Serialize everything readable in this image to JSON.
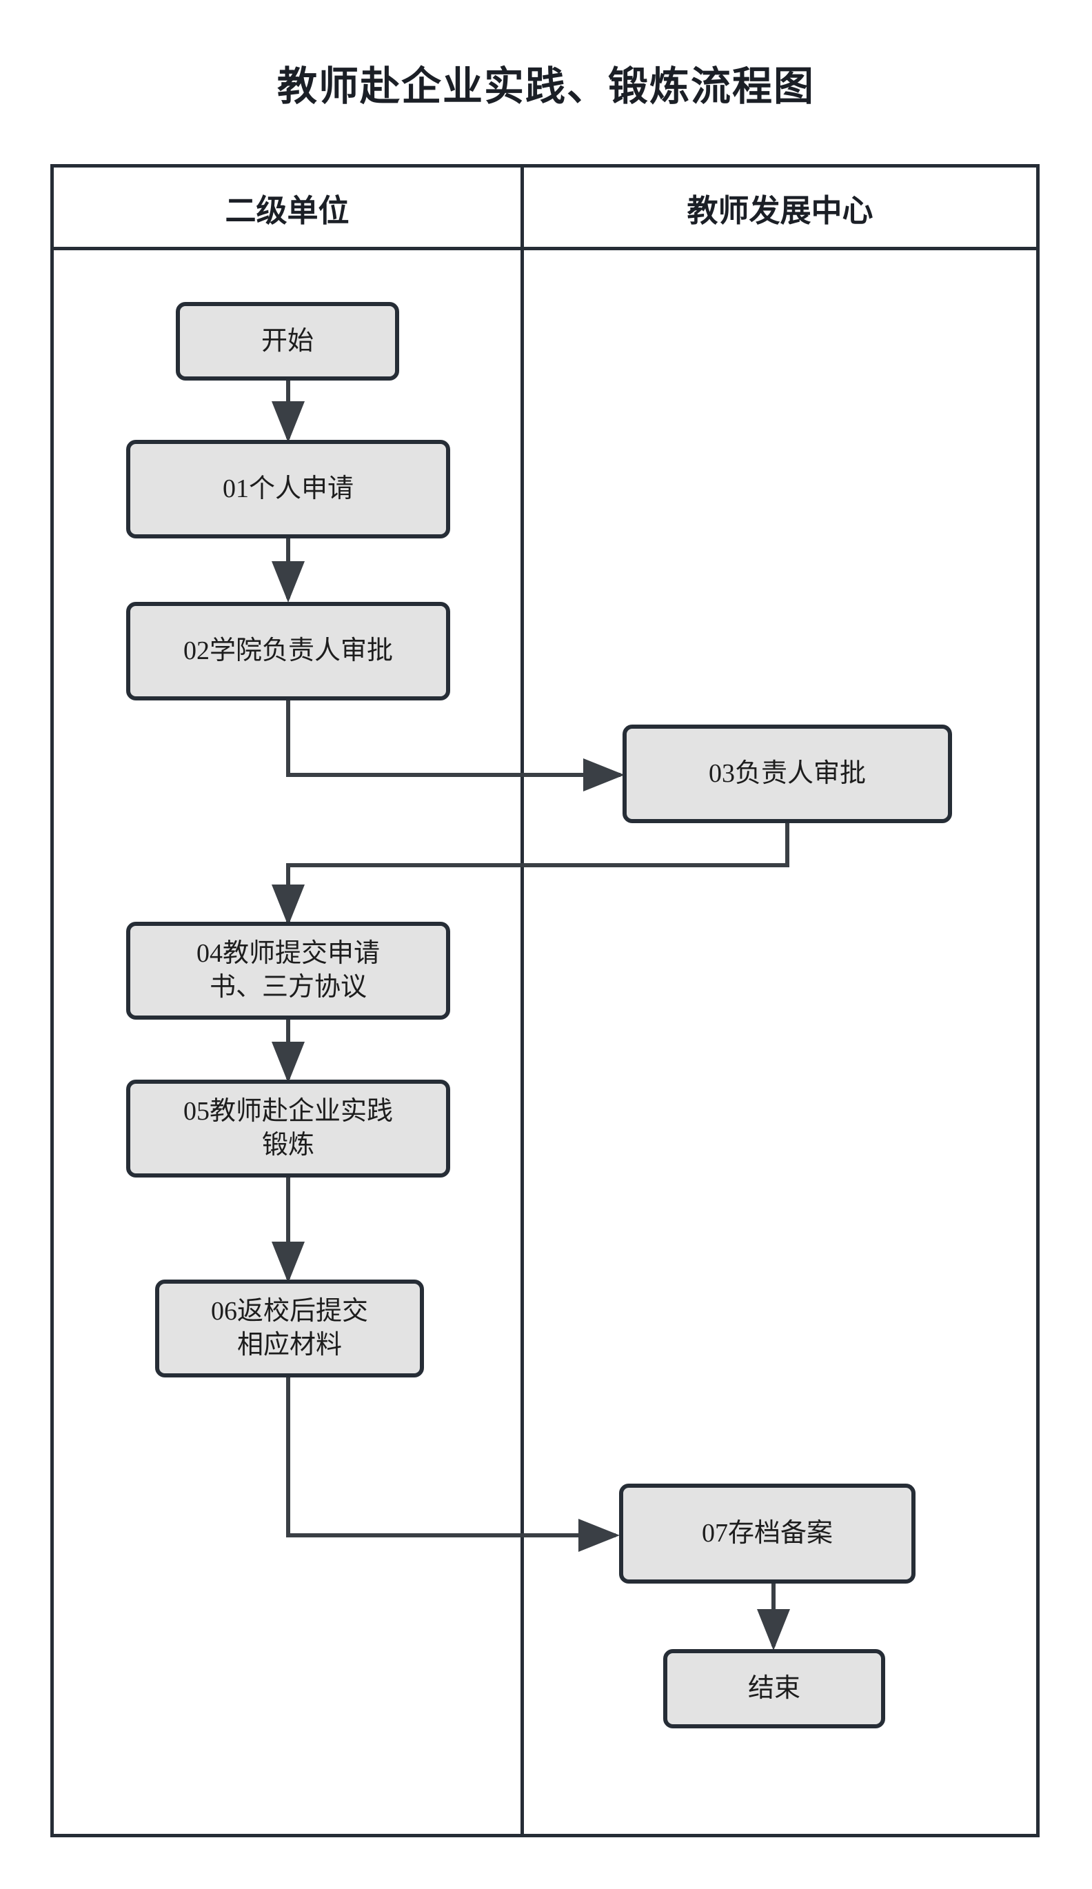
{
  "title": "教师赴企业实践、锻炼流程图",
  "columns": [
    {
      "label": "二级单位"
    },
    {
      "label": "教师发展中心"
    }
  ],
  "nodes": [
    {
      "id": "start",
      "label": "开始",
      "column": 0
    },
    {
      "id": "n01",
      "label": "01个人申请",
      "column": 0
    },
    {
      "id": "n02",
      "label": "02学院负责人审批",
      "column": 0
    },
    {
      "id": "n03",
      "label": "03负责人审批",
      "column": 1
    },
    {
      "id": "n04a",
      "label": "04教师提交申请",
      "column": 0
    },
    {
      "id": "n04b",
      "label": "书、三方协议",
      "column": 0
    },
    {
      "id": "n05a",
      "label": "05教师赴企业实践",
      "column": 0
    },
    {
      "id": "n05b",
      "label": "锻炼",
      "column": 0
    },
    {
      "id": "n06a",
      "label": "06返校后提交",
      "column": 0
    },
    {
      "id": "n06b",
      "label": "相应材料",
      "column": 0
    },
    {
      "id": "n07",
      "label": "07存档备案",
      "column": 1
    },
    {
      "id": "end",
      "label": "结束",
      "column": 1
    }
  ],
  "colors": {
    "node_fill": "#e3e3e3",
    "stroke": "#262d36",
    "text": "#1d1d1d",
    "background": "#ffffff"
  }
}
